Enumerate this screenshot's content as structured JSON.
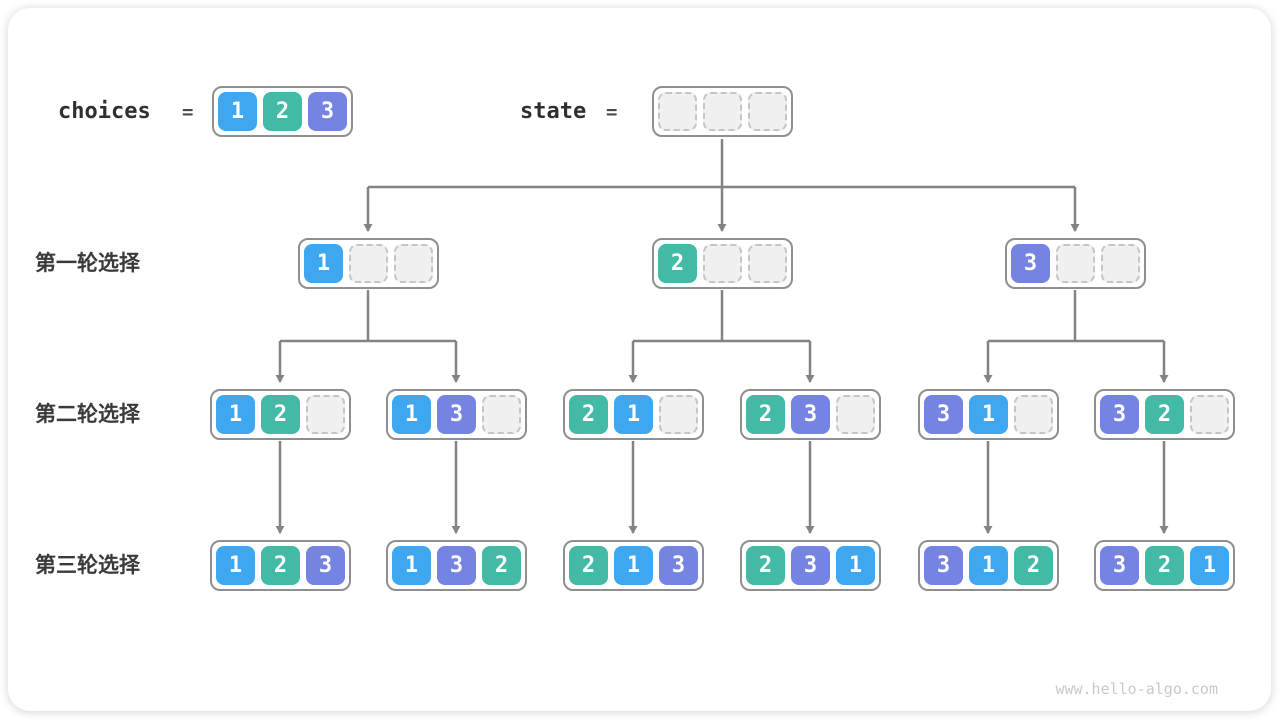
{
  "palette": {
    "blue": "#3EA7F0",
    "teal": "#43BAA5",
    "purple": "#7583E3",
    "arrow": "#838383",
    "empty_fill": "#f0f0f0",
    "empty_border": "#c5c5c5",
    "watermark": "#c9c9c9"
  },
  "header": {
    "choices_label": "choices",
    "equals": "=",
    "choices_cells": [
      1,
      2,
      3
    ],
    "state_label": "state",
    "state_cells": [
      null,
      null,
      null
    ]
  },
  "rows": [
    {
      "label": "第一轮选择",
      "boxes": [
        [
          1,
          null,
          null
        ],
        [
          2,
          null,
          null
        ],
        [
          3,
          null,
          null
        ]
      ]
    },
    {
      "label": "第二轮选择",
      "boxes": [
        [
          1,
          2,
          null
        ],
        [
          1,
          3,
          null
        ],
        [
          2,
          1,
          null
        ],
        [
          2,
          3,
          null
        ],
        [
          3,
          1,
          null
        ],
        [
          3,
          2,
          null
        ]
      ]
    },
    {
      "label": "第三轮选择",
      "boxes": [
        [
          1,
          2,
          3
        ],
        [
          1,
          3,
          2
        ],
        [
          2,
          1,
          3
        ],
        [
          2,
          3,
          1
        ],
        [
          3,
          1,
          2
        ],
        [
          3,
          2,
          1
        ]
      ]
    }
  ],
  "watermark": "www.hello-algo.com"
}
